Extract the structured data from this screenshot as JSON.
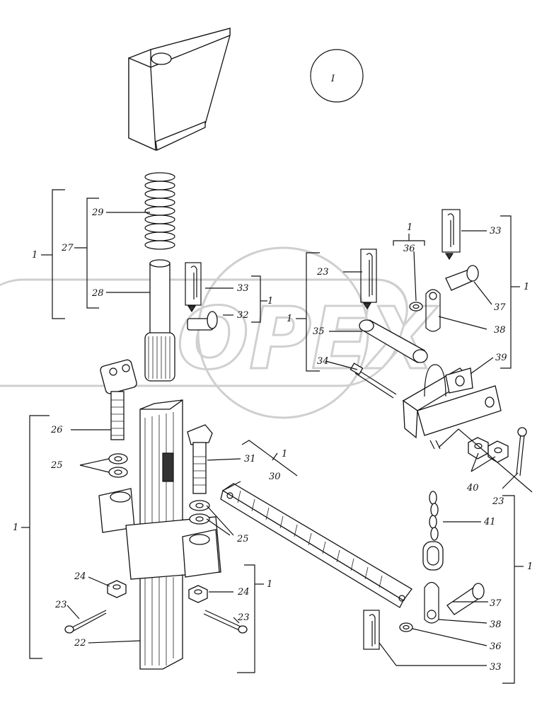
{
  "sheet_marker": "I",
  "watermark_text": "OPEX",
  "labels": {
    "l1a": "1",
    "l27": "27",
    "l29": "29",
    "l28": "28",
    "l33a": "33",
    "l32": "32",
    "l1b": "1",
    "l1c": "1",
    "l23a": "23",
    "l1d": "1",
    "l36a": "36",
    "l35": "35",
    "l34": "34",
    "l33b": "33",
    "l1e": "1",
    "l37a": "37",
    "l38a": "38",
    "l39": "39",
    "l26": "26",
    "l25a": "25",
    "l31": "31",
    "l1f": "1",
    "l30": "30",
    "l25b": "25",
    "l40": "40",
    "l23b": "23",
    "l1g": "1",
    "l24a": "24",
    "l24b": "24",
    "l23c": "23",
    "l23d": "23",
    "l22": "22",
    "l1h": "1",
    "l41": "41",
    "l1i": "1",
    "l37b": "37",
    "l38b": "38",
    "l36b": "36",
    "l33c": "33"
  }
}
